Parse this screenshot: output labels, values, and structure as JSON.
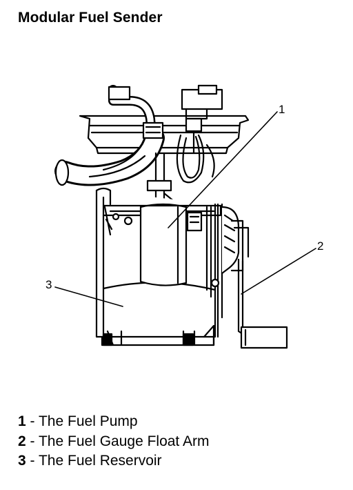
{
  "title": "Modular Fuel Sender",
  "callouts": [
    {
      "number": "1"
    },
    {
      "number": "2"
    },
    {
      "number": "3"
    }
  ],
  "legend": [
    {
      "number": "1",
      "separator": " - ",
      "label": "The Fuel Pump"
    },
    {
      "number": "2",
      "separator": " - ",
      "label": "The Fuel Gauge Float Arm"
    },
    {
      "number": "3",
      "separator": " - ",
      "label": "The Fuel Reservoir"
    }
  ]
}
